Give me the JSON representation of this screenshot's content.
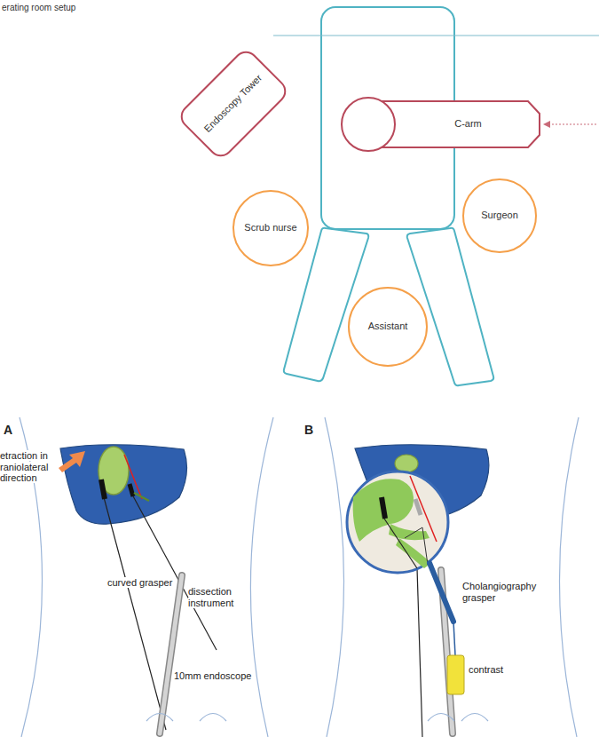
{
  "diagram": {
    "title": "erating room setup",
    "nodes": [
      {
        "text": [
          "Endoscopy Tower"
        ]
      },
      {
        "text": [
          "C-arm"
        ]
      },
      {
        "text": [
          "Scrub nurse"
        ]
      },
      {
        "text": [
          "Surgeon"
        ]
      },
      {
        "text": [
          "Assistant"
        ]
      }
    ],
    "labels": [
      "A",
      "B",
      "etraction in raniolateral direction",
      "curved grasper",
      "dissection instrument",
      "10mm endoscope",
      "Cholangiography grasper",
      "contrast"
    ]
  }
}
